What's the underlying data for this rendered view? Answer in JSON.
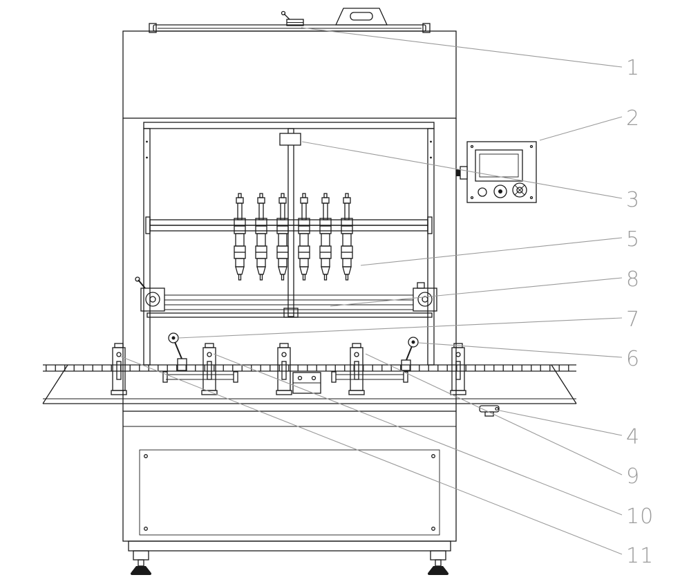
{
  "colors": {
    "ink": "#1a1a1a",
    "callout": "#9a9a9a",
    "background": "#ffffff"
  },
  "callouts": [
    {
      "label": "1"
    },
    {
      "label": "2"
    },
    {
      "label": "3"
    },
    {
      "label": "5"
    },
    {
      "label": "8"
    },
    {
      "label": "7"
    },
    {
      "label": "6"
    },
    {
      "label": "4"
    },
    {
      "label": "9"
    },
    {
      "label": "10"
    },
    {
      "label": "11"
    }
  ]
}
